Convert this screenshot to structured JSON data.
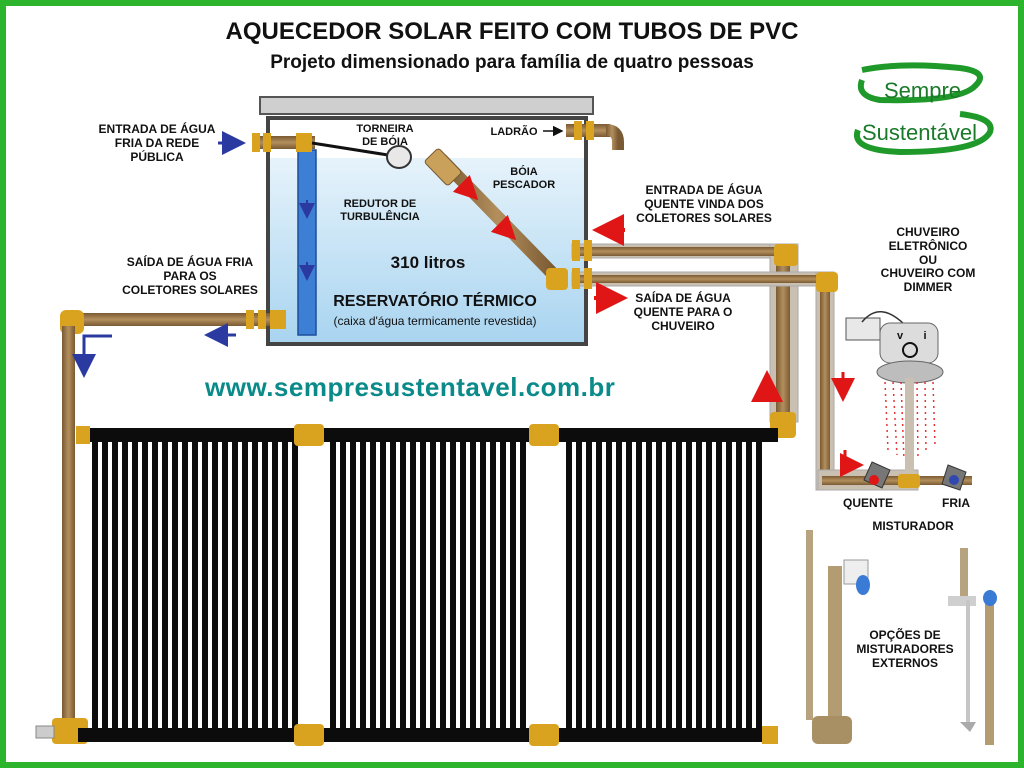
{
  "title": "AQUECEDOR SOLAR FEITO COM TUBOS DE PVC",
  "subtitle": "Projeto dimensionado para família de quatro pessoas",
  "logo": {
    "line1": "Sempre",
    "line2": "Sustentável"
  },
  "labels": {
    "cold_inlet": "ENTRADA DE ÁGUA\nFRIA DA REDE\nPÚBLICA",
    "float_tap": "TORNEIRA\nDE BÓIA",
    "overflow": "LADRÃO",
    "float_fisher": "BÓIA\nPESCADOR",
    "turbulence_reducer": "REDUTOR DE\nTURBULÊNCIA",
    "hot_inlet": "ENTRADA DE ÁGUA\nQUENTE VINDA DOS\nCOLETORES SOLARES",
    "cold_outlet": "SAÍDA DE ÁGUA FRIA\nPARA OS\nCOLETORES SOLARES",
    "volume": "310 litros",
    "reservoir": "RESERVATÓRIO TÉRMICO",
    "reservoir_note": "(caixa d'água termicamente revestida)",
    "hot_outlet": "SAÍDA DE ÁGUA\nQUENTE PARA O\nCHUVEIRO",
    "shower": "CHUVEIRO\nELETRÔNICO\nOU\nCHUVEIRO COM\nDIMMER",
    "hot": "QUENTE",
    "cold": "FRIA",
    "mixer": "MISTURADOR",
    "mixer_options": "OPÇÕES DE\nMISTURADORES\nEXTERNOS",
    "shower_v": "v",
    "shower_i": "i"
  },
  "website": "www.sempresustentavel.com.br",
  "colors": {
    "frame": "#2cb52c",
    "pipe": "#9b7a4e",
    "joint": "#d9a320",
    "water": "#bfe0f5",
    "panel": "#0c0c0c",
    "arrow_red": "#e01515",
    "arrow_blue": "#2a3aa0",
    "url": "#0b8a8a"
  }
}
